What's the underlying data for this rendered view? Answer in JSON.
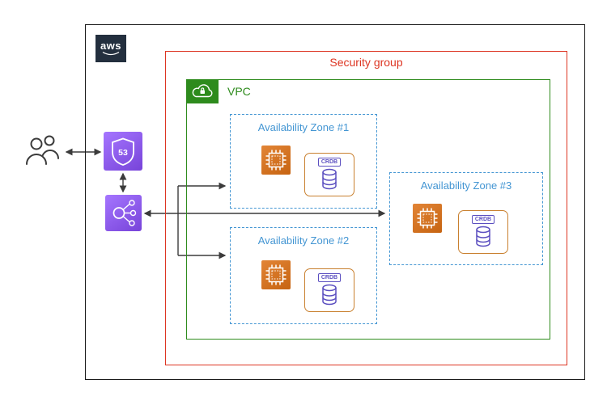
{
  "colors": {
    "ink": "#3B3B3B",
    "boundary": "#1A1A1A",
    "red": "#DD3522",
    "green": "#2E8B1D",
    "blue": "#4496D3",
    "purple": "#8C4FFF",
    "orange": "#DD6F13",
    "dark": "#232F3E",
    "crdb-border": "#C9802F",
    "crdb-purple": "#5B4FC0"
  },
  "aws_cloud": {
    "logo_label": "aws"
  },
  "security_group": {
    "label": "Security group"
  },
  "vpc": {
    "label": "VPC"
  },
  "zones": [
    {
      "label": "Availability Zone #1",
      "node_label": "CRDB"
    },
    {
      "label": "Availability Zone #2",
      "node_label": "CRDB"
    },
    {
      "label": "Availability Zone #3",
      "node_label": "CRDB"
    }
  ],
  "icons": {
    "route53_label": "53",
    "names": [
      "users-icon",
      "route53-icon",
      "elastic-load-balancing-icon",
      "ec2-instance-icon",
      "vpc-icon",
      "database-icon",
      "aws-logo",
      "connector-arrows"
    ]
  }
}
